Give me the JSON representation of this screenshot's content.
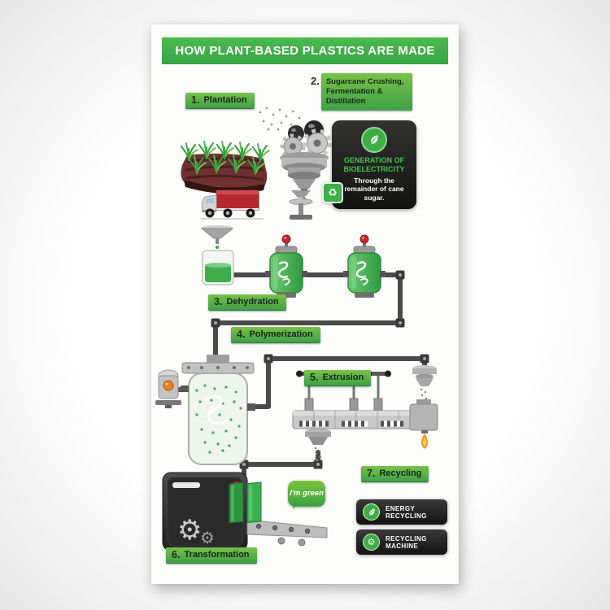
{
  "header": {
    "title": "HOW PLANT-BASED PLASTICS ARE MADE"
  },
  "steps": [
    {
      "num": "1.",
      "label": "Plantation"
    },
    {
      "num": "2.",
      "label": "Sugarcane Crushing, Fermentation & Distillation"
    },
    {
      "num": "3.",
      "label": "Dehydration"
    },
    {
      "num": "4.",
      "label": "Polymerization"
    },
    {
      "num": "5.",
      "label": "Extrusion"
    },
    {
      "num": "6.",
      "label": "Transformation"
    },
    {
      "num": "7.",
      "label": "Recycling"
    }
  ],
  "bioelectricity": {
    "title": "GENERATION OF BIOELECTRICITY",
    "body": "Through the remainder of cane sugar."
  },
  "badges": [
    {
      "label": "ENERGY RECYCLING",
      "icon": "leaf-energy-icon"
    },
    {
      "label": "RECYCLING MACHINE",
      "icon": "gear-icon"
    }
  ],
  "bubble": {
    "text": "I'm green"
  },
  "icons": {
    "recycle": "♻",
    "gear": "⚙"
  },
  "colors": {
    "accent_green": "#3fae49",
    "ribbon_green_light": "#79c247",
    "card_black": "#1d1d1b",
    "pipe_gray": "#4a4a4a",
    "truck_red": "#b3282d"
  }
}
